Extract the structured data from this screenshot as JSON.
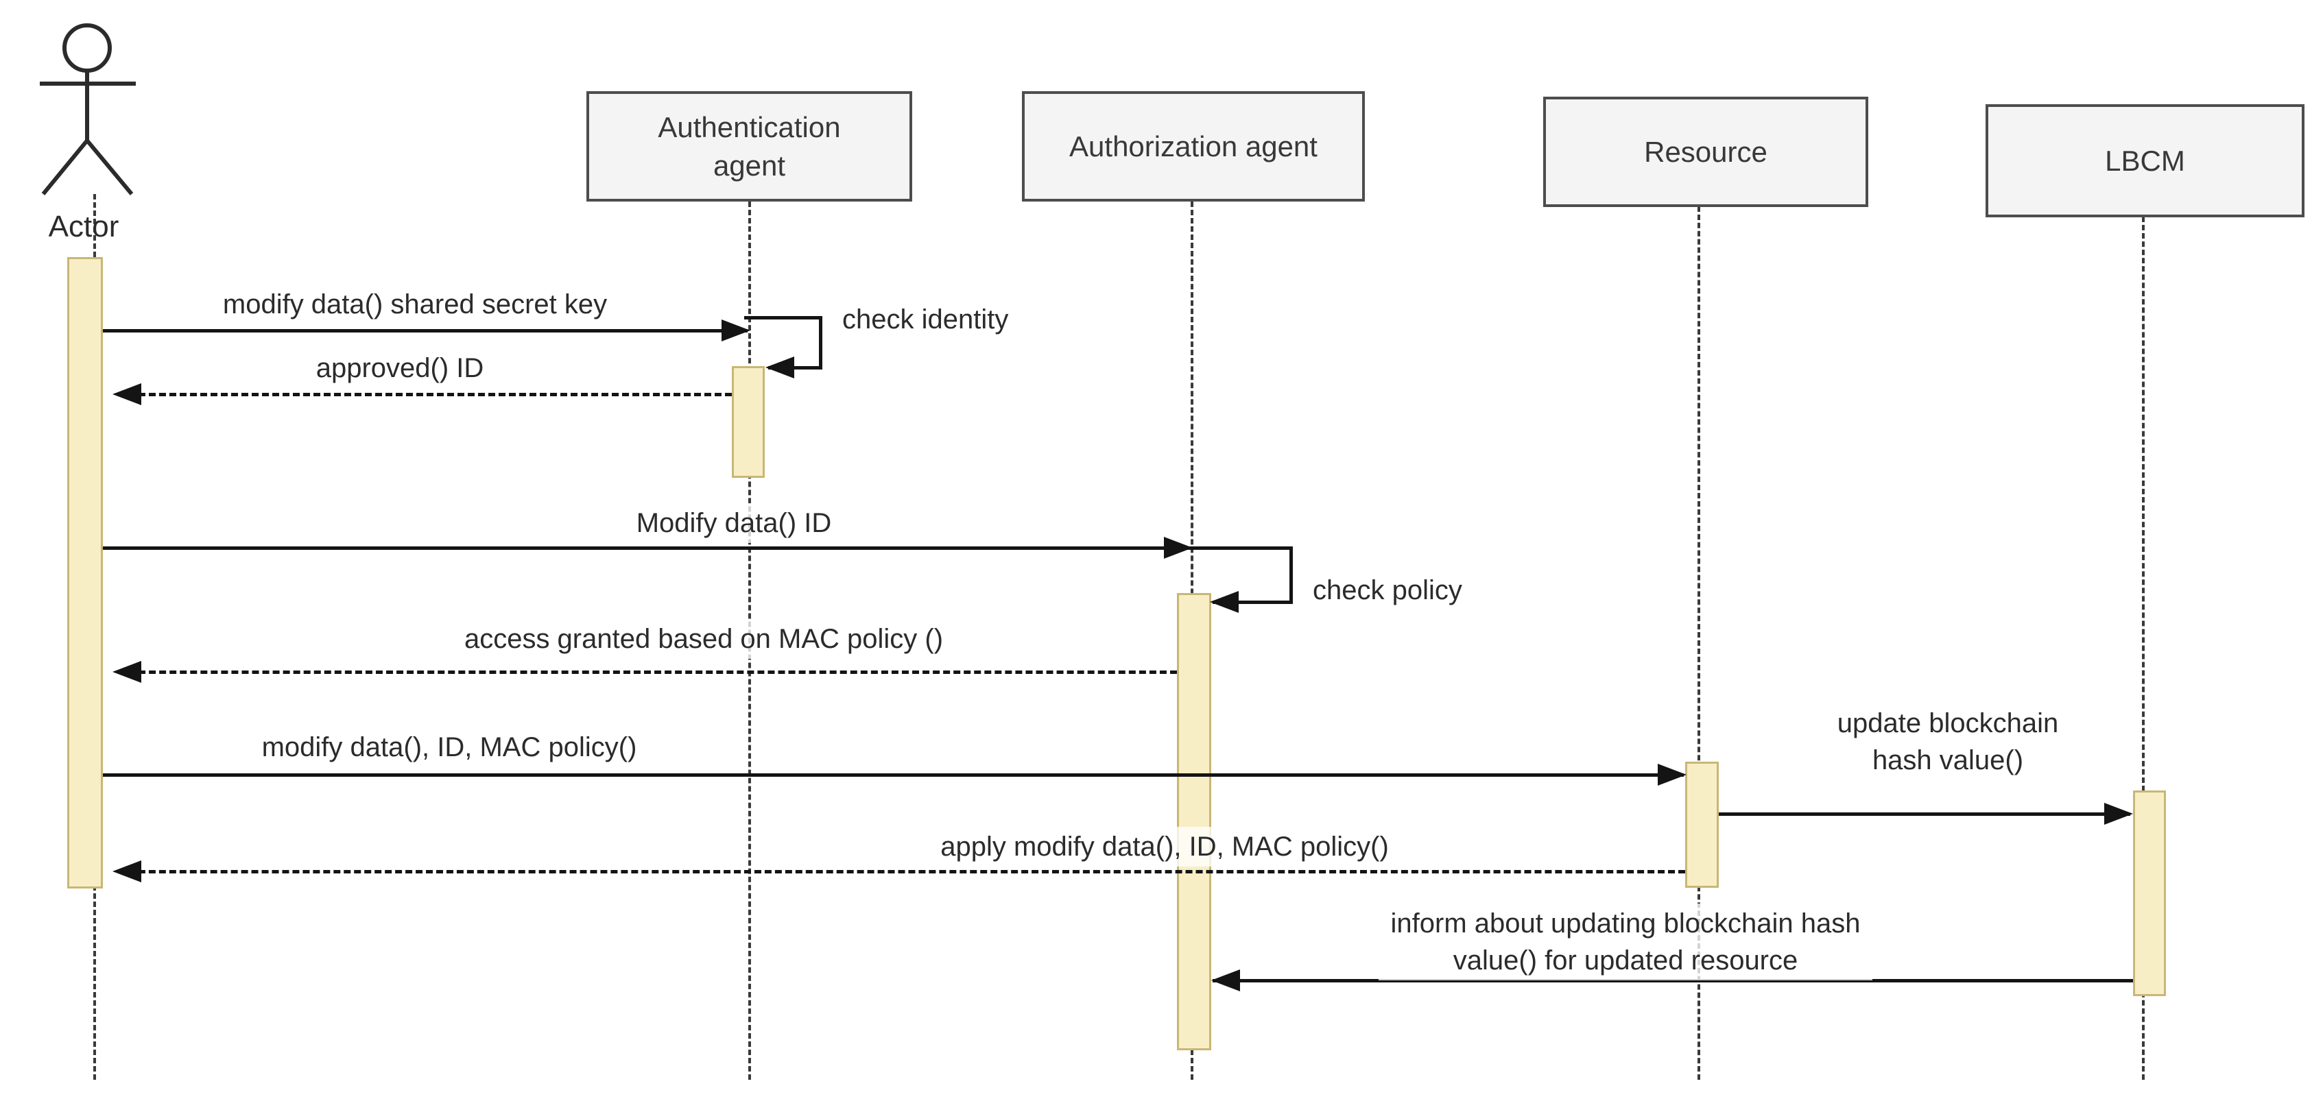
{
  "participants": [
    {
      "name": "Actor"
    },
    {
      "name": "Authentication agent"
    },
    {
      "name": "Authorization agent"
    },
    {
      "name": "Resource"
    },
    {
      "name": "LBCM"
    }
  ],
  "messages": [
    {
      "text": "modify data() shared secret key",
      "kind": "solid-call",
      "from": "Actor",
      "to": "Authentication agent"
    },
    {
      "text": "check identity",
      "kind": "self-message",
      "from": "Authentication agent",
      "to": "Authentication agent"
    },
    {
      "text": "approved() ID",
      "kind": "dashed-return",
      "from": "Authentication agent",
      "to": "Actor"
    },
    {
      "text": "Modify data() ID",
      "kind": "solid-call",
      "from": "Actor",
      "to": "Authorization agent"
    },
    {
      "text": "check policy",
      "kind": "self-message",
      "from": "Authorization agent",
      "to": "Authorization agent"
    },
    {
      "text": "access granted based on MAC policy ()",
      "kind": "dashed-return",
      "from": "Authorization agent",
      "to": "Actor"
    },
    {
      "text": "modify data(), ID, MAC policy()",
      "kind": "solid-call",
      "from": "Actor",
      "to": "Resource"
    },
    {
      "text": "update blockchain hash value()",
      "kind": "solid-call",
      "from": "Resource",
      "to": "LBCM"
    },
    {
      "text": "apply modify data(), ID, MAC policy()",
      "kind": "dashed-return",
      "from": "Resource",
      "to": "Actor"
    },
    {
      "text": "inform about updating blockchain hash value() for updated resource",
      "kind": "solid-call",
      "from": "LBCM",
      "to": "Authorization agent"
    }
  ],
  "colors": {
    "activation_fill": "#F8EEC6",
    "activation_border": "#C8B774",
    "box_fill": "#F4F4F4",
    "box_border": "#4D4D4D",
    "line": "#141414",
    "text": "#2B2B2B",
    "background": "#FFFFFF"
  }
}
